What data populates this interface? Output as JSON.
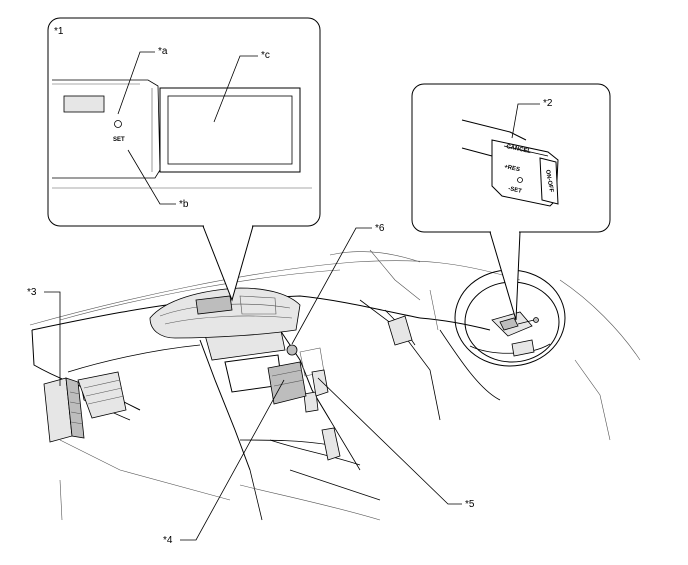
{
  "callouts": {
    "c1": "*1",
    "ca": "*a",
    "cc": "*c",
    "cb": "*b",
    "c2": "*2",
    "c3": "*3",
    "c4": "*4",
    "c5": "*5",
    "c6": "*6"
  },
  "switch_text": {
    "cancel": "CANCEL",
    "res": "+RES",
    "set": "-SET",
    "on_off": "ON-OFF"
  },
  "meter_text": {
    "set": "SET"
  }
}
